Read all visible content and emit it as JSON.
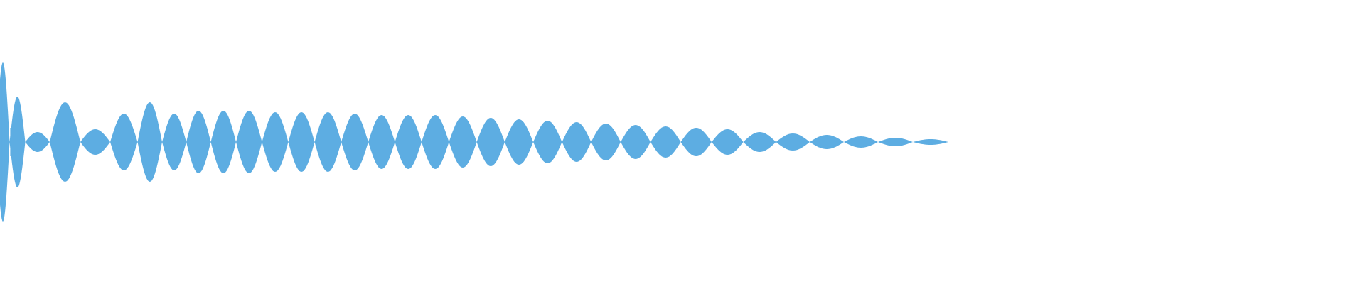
{
  "waveform": {
    "color": "#5dade2",
    "lobes": [
      {
        "center": 4,
        "amp": 0.56
      },
      {
        "center": 23,
        "amp": 0.32
      },
      {
        "center": 48,
        "amp": 0.07
      },
      {
        "center": 92,
        "amp": 0.28
      },
      {
        "center": 134,
        "amp": 0.09
      },
      {
        "center": 176,
        "amp": 0.2
      },
      {
        "center": 211,
        "amp": 0.28
      },
      {
        "center": 245,
        "amp": 0.2
      },
      {
        "center": 279,
        "amp": 0.22
      },
      {
        "center": 314,
        "amp": 0.22
      },
      {
        "center": 350,
        "amp": 0.22
      },
      {
        "center": 387,
        "amp": 0.21
      },
      {
        "center": 424,
        "amp": 0.21
      },
      {
        "center": 461,
        "amp": 0.21
      },
      {
        "center": 499,
        "amp": 0.2
      },
      {
        "center": 537,
        "amp": 0.19
      },
      {
        "center": 574,
        "amp": 0.19
      },
      {
        "center": 612,
        "amp": 0.19
      },
      {
        "center": 651,
        "amp": 0.18
      },
      {
        "center": 690,
        "amp": 0.17
      },
      {
        "center": 730,
        "amp": 0.16
      },
      {
        "center": 770,
        "amp": 0.15
      },
      {
        "center": 811,
        "amp": 0.14
      },
      {
        "center": 852,
        "amp": 0.13
      },
      {
        "center": 894,
        "amp": 0.12
      },
      {
        "center": 936,
        "amp": 0.11
      },
      {
        "center": 979,
        "amp": 0.1
      },
      {
        "center": 1023,
        "amp": 0.09
      },
      {
        "center": 1068,
        "amp": 0.07
      },
      {
        "center": 1115,
        "amp": 0.06
      },
      {
        "center": 1163,
        "amp": 0.05
      },
      {
        "center": 1211,
        "amp": 0.04
      },
      {
        "center": 1259,
        "amp": 0.03
      },
      {
        "center": 1309,
        "amp": 0.02
      }
    ]
  }
}
